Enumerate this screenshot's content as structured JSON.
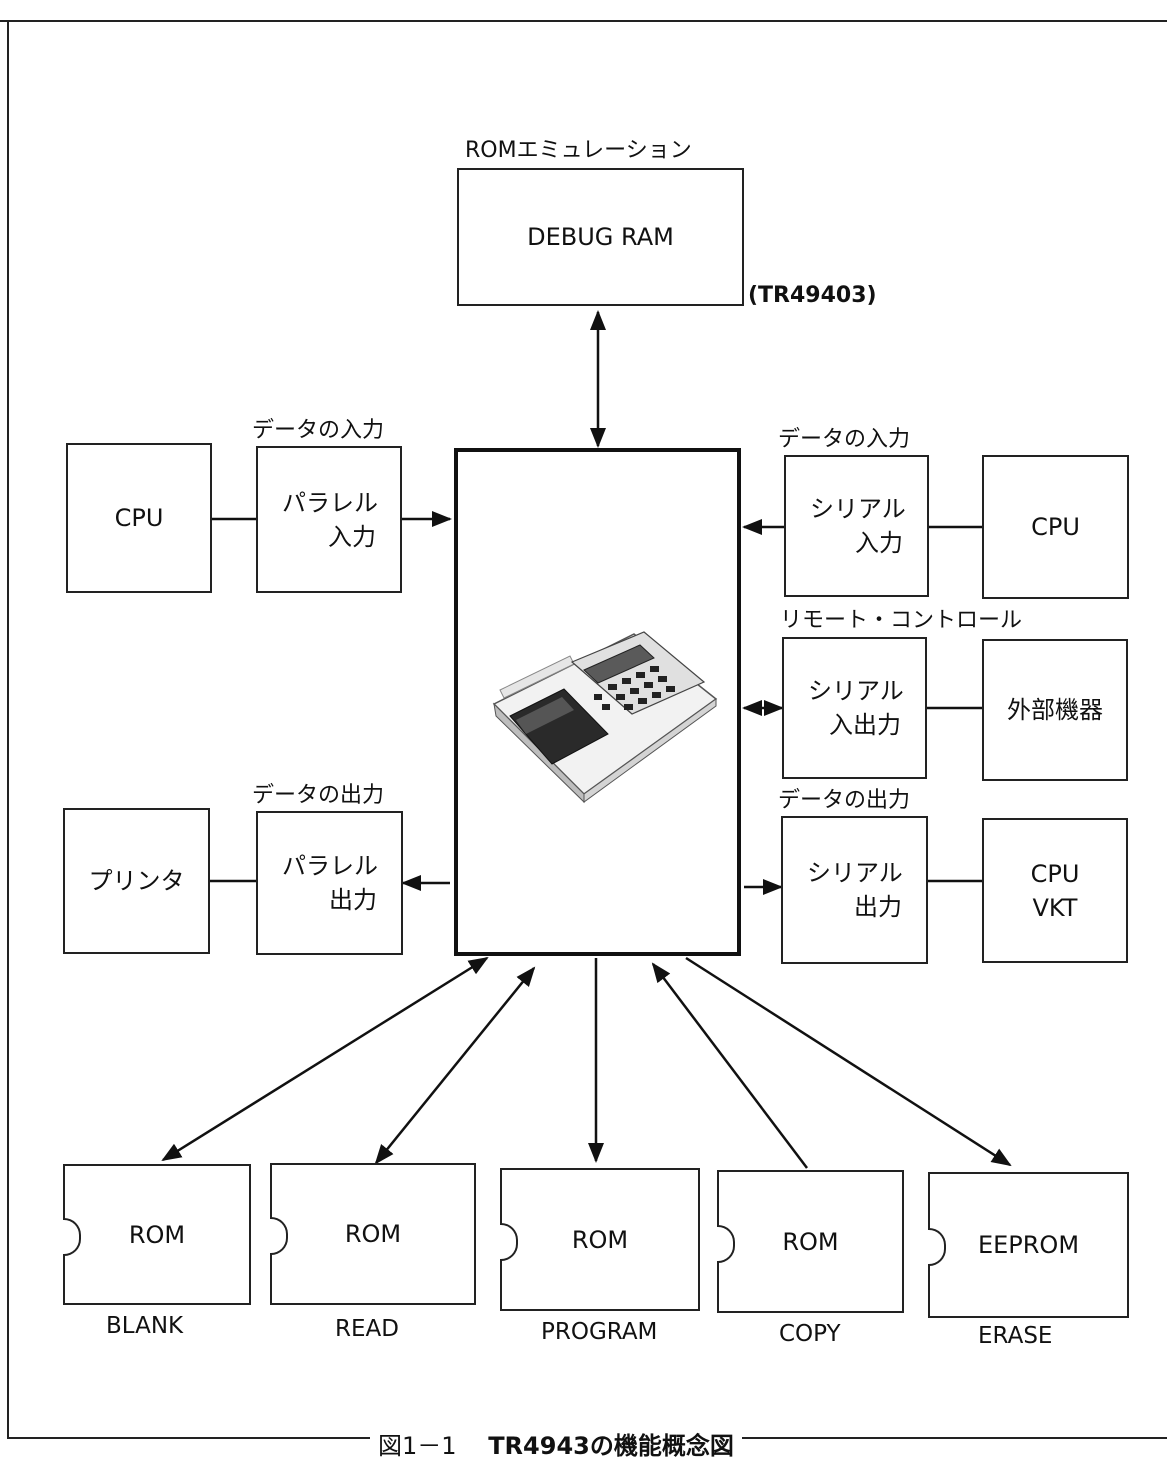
{
  "top": {
    "emu_label": "ROMエミュレーション",
    "debug_ram": "DEBUG RAM",
    "model": "(TR49403)"
  },
  "left": {
    "in_label": "データの入力",
    "cpu": "CPU",
    "parallel_in": [
      "パラレル",
      "入力"
    ],
    "out_label": "データの出力",
    "printer": "プリンタ",
    "parallel_out": [
      "パラレル",
      "出力"
    ]
  },
  "right": {
    "in_label": "データの入力",
    "serial_in": [
      "シリアル",
      "入力"
    ],
    "cpu": "CPU",
    "remote_label": "リモート・コントロール",
    "serial_io": [
      "シリアル",
      "入出力"
    ],
    "external": "外部機器",
    "out_label": "データの出力",
    "serial_out": [
      "シリアル",
      "出力"
    ],
    "cpu_vkt": [
      "CPU",
      "VKT"
    ]
  },
  "roms": [
    {
      "chip": "ROM",
      "op": "BLANK"
    },
    {
      "chip": "ROM",
      "op": "READ"
    },
    {
      "chip": "ROM",
      "op": "PROGRAM"
    },
    {
      "chip": "ROM",
      "op": "COPY"
    },
    {
      "chip": "EEPROM",
      "op": "ERASE"
    }
  ],
  "caption": {
    "fig": "図1－1",
    "title": "TR4943の機能概念図"
  }
}
